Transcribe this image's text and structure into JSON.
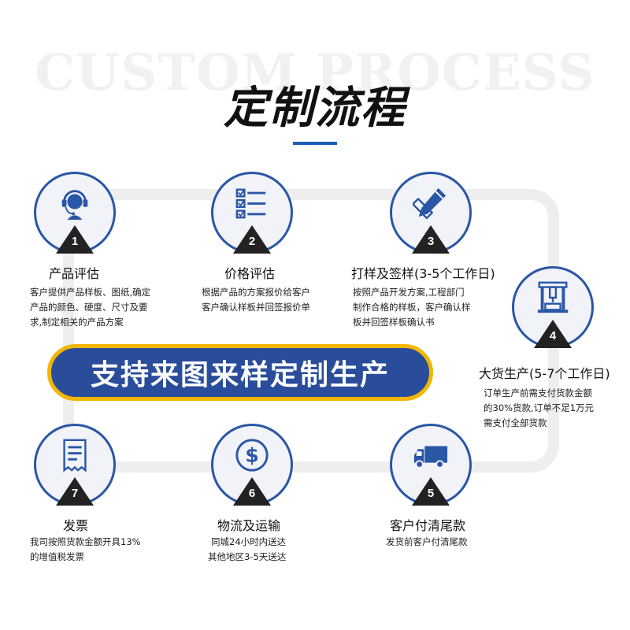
{
  "header": {
    "bg_text": "CUSTOM PROCESS",
    "title": "定制流程"
  },
  "banner": {
    "text": "支持来图来样定制生产"
  },
  "colors": {
    "accent": "#2a56a6",
    "banner_bg": "#2a4d9b",
    "banner_border": "#f2b600",
    "number_bg": "#222222"
  },
  "steps": [
    {
      "number": "1",
      "icon": "headset-icon",
      "title": "产品评估",
      "desc": [
        "客户提供产品样板、图纸,确定",
        "产品的颜色、硬度、尺寸及要",
        "求,制定相关的产品方案"
      ]
    },
    {
      "number": "2",
      "icon": "checklist-icon",
      "title": "价格评估",
      "desc": [
        "根据产品的方案报价给客户",
        "客户确认样板并回签报价单"
      ]
    },
    {
      "number": "3",
      "icon": "pencil-ruler-icon",
      "title": "打样及签样(3-5个工作日)",
      "desc": [
        "按照产品开发方案,工程部门",
        "制作合格的样板，客户确认样",
        "板并回签样板确认书"
      ]
    },
    {
      "number": "4",
      "icon": "machine-icon",
      "title": "大货生产(5-7个工作日)",
      "desc": [
        "订单生产前需支付货款金额",
        "的30%货款,订单不足1万元",
        "需支付全部货款"
      ]
    },
    {
      "number": "5",
      "icon": "truck-icon",
      "title": "客户付清尾款",
      "desc": [
        "发货前客户付清尾款"
      ]
    },
    {
      "number": "6",
      "icon": "dollar-icon",
      "title": "物流及运输",
      "desc": [
        "同城24小时内送达",
        "其他地区3-5天送达"
      ]
    },
    {
      "number": "7",
      "icon": "invoice-icon",
      "title": "发票",
      "desc": [
        "我司按照货款金额开具13%",
        "的增值税发票"
      ]
    }
  ]
}
